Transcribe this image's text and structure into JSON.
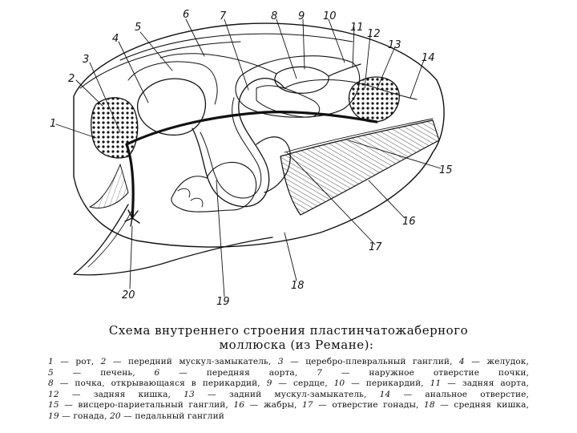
{
  "labels": [
    "1",
    "2",
    "3",
    "4",
    "5",
    "6",
    "7",
    "8",
    "9",
    "10",
    "11",
    "12",
    "13",
    "14",
    "15",
    "16",
    "17",
    "18",
    "19",
    "20"
  ],
  "caption": {
    "title_line1": "Схема внутреннего строения пластинчатожаберного",
    "title_line2": "моллюска (из Ремане):",
    "legend": [
      {
        "num": "1",
        "text": "рот,"
      },
      {
        "num": "2",
        "text": "передний мускул-замыкатель,"
      },
      {
        "num": "3",
        "text": "церебро-плевральный ганглий,"
      },
      {
        "num": "4",
        "text": "желудок,"
      },
      {
        "num": "5",
        "text": "печень,"
      },
      {
        "num": "6",
        "text": "передняя аорта,"
      },
      {
        "num": "7",
        "text": "наружное отверстие почки,"
      },
      {
        "num": "8",
        "text": "почка, открывающаяся в перикардий,"
      },
      {
        "num": "9",
        "text": "сердце,"
      },
      {
        "num": "10",
        "text": "перикардий,"
      },
      {
        "num": "11",
        "text": "задняя аорта,"
      },
      {
        "num": "12",
        "text": "задняя кишка,"
      },
      {
        "num": "13",
        "text": "задний мускул-замыкатель,"
      },
      {
        "num": "14",
        "text": "анальное отверстие,"
      },
      {
        "num": "15",
        "text": "висцеро-париетальный ганглий,"
      },
      {
        "num": "16",
        "text": "жабры,"
      },
      {
        "num": "17",
        "text": "отверстие гонады,"
      },
      {
        "num": "18",
        "text": "средняя кишка,"
      },
      {
        "num": "19",
        "text": "гонада,"
      },
      {
        "num": "20",
        "text": "педальный ганглий"
      }
    ]
  }
}
